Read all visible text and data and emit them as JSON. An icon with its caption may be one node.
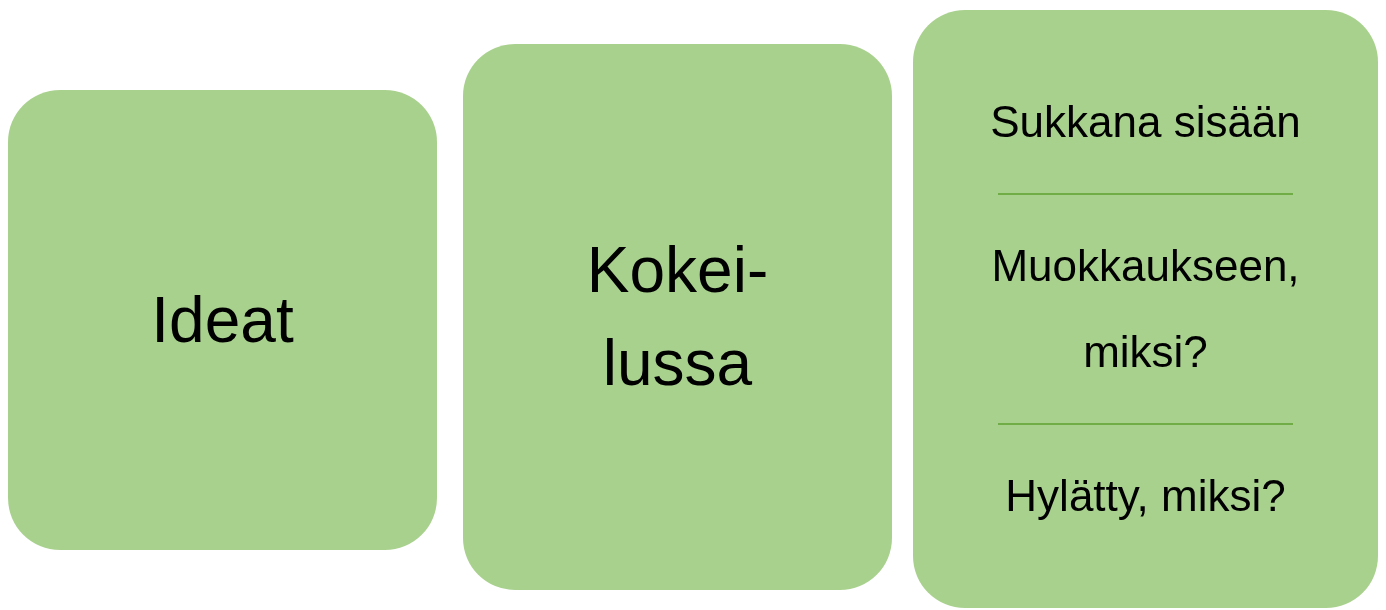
{
  "diagram": {
    "nodes": [
      {
        "text": [
          "Ideat"
        ]
      },
      {
        "text": [
          "Kokei- lussa"
        ]
      },
      {
        "text": [
          "Sukkana sisään",
          "Muokkaukseen, miksi?",
          "Hylätty, miksi?"
        ]
      }
    ]
  }
}
